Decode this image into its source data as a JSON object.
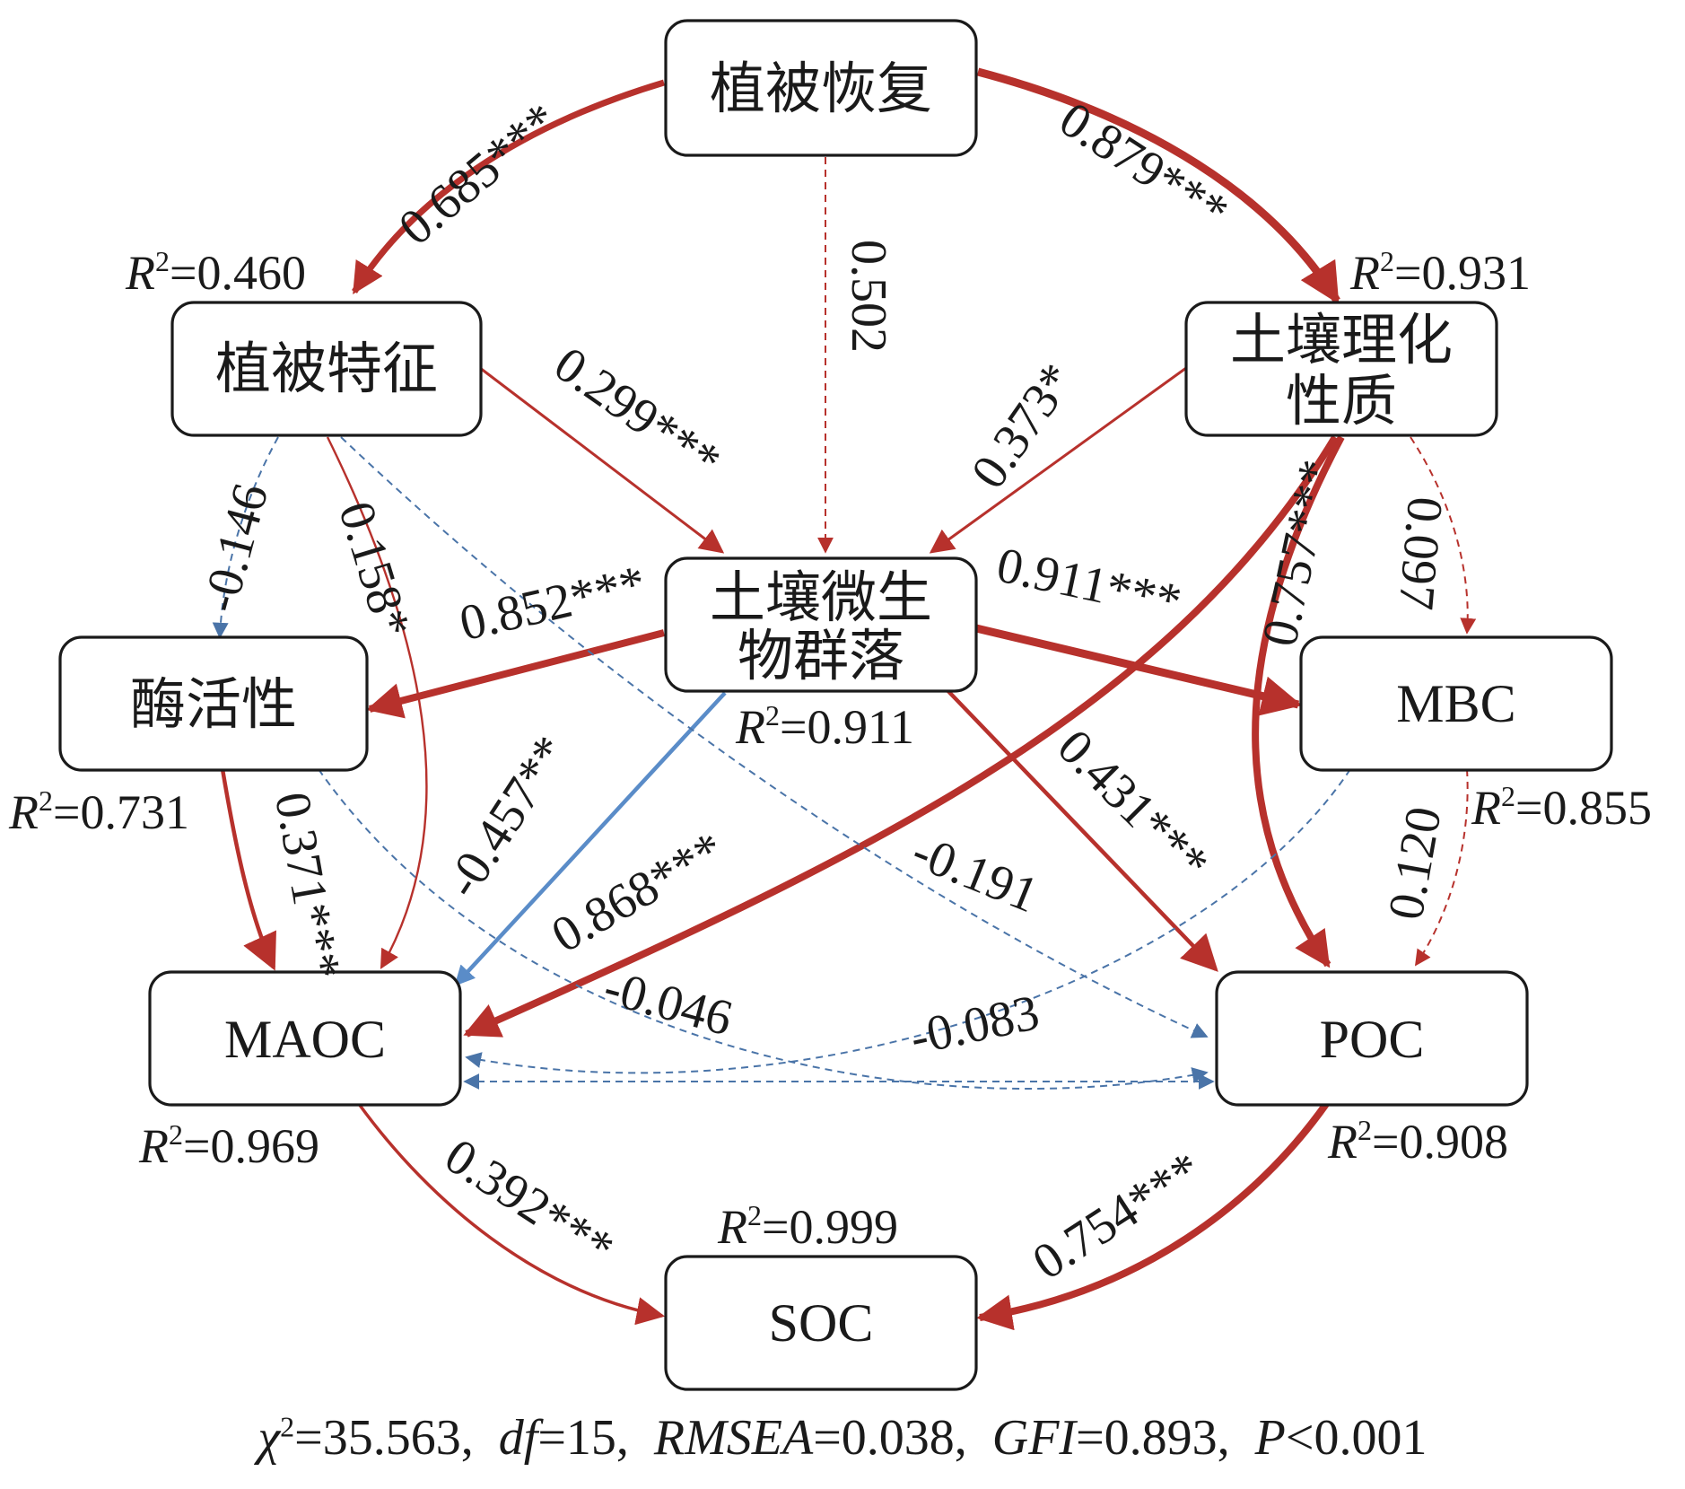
{
  "nodes": {
    "veg_restoration": [
      "植被恢复"
    ],
    "veg_traits": [
      "植被特征"
    ],
    "soil_props": [
      "土壤理化",
      "性质"
    ],
    "microbe": [
      "土壤微生",
      "物群落"
    ],
    "enzyme": [
      "酶活性"
    ],
    "mbc": [
      "MBC"
    ],
    "maoc": [
      "MAOC"
    ],
    "poc": [
      "POC"
    ],
    "soc": [
      "SOC"
    ]
  },
  "r2": {
    "veg_traits": "0.460",
    "soil_props": "0.931",
    "microbe": "0.911",
    "enzyme": "0.731",
    "mbc": "0.855",
    "maoc": "0.969",
    "poc": "0.908",
    "soc": "0.999"
  },
  "r2_label": {
    "symbol": "R",
    "sup": "2",
    "eq": "="
  },
  "paths": [
    {
      "id": "p1",
      "from": "植被恢复",
      "to": "植被特征",
      "coef": "0.685***",
      "significant": true,
      "sign": "positive"
    },
    {
      "id": "p2",
      "from": "植被恢复",
      "to": "土壤理化性质",
      "coef": "0.879***",
      "significant": true,
      "sign": "positive"
    },
    {
      "id": "p3",
      "from": "植被恢复",
      "to": "土壤微生物群落",
      "coef": "0.502",
      "significant": false,
      "sign": "positive"
    },
    {
      "id": "p4",
      "from": "植被特征",
      "to": "土壤微生物群落",
      "coef": "0.299***",
      "significant": true,
      "sign": "positive"
    },
    {
      "id": "p5",
      "from": "土壤理化性质",
      "to": "土壤微生物群落",
      "coef": "0.373*",
      "significant": true,
      "sign": "positive"
    },
    {
      "id": "p6",
      "from": "植被特征",
      "to": "酶活性",
      "coef": "-0.146",
      "significant": false,
      "sign": "negative"
    },
    {
      "id": "p7",
      "from": "植被特征",
      "to": "MAOC",
      "coef": "0.158*",
      "significant": true,
      "sign": "positive"
    },
    {
      "id": "p8",
      "from": "土壤微生物群落",
      "to": "酶活性",
      "coef": "0.852***",
      "significant": true,
      "sign": "positive"
    },
    {
      "id": "p9",
      "from": "土壤微生物群落",
      "to": "MBC",
      "coef": "0.911***",
      "significant": true,
      "sign": "positive"
    },
    {
      "id": "p10",
      "from": "土壤理化性质",
      "to": "POC",
      "coef": "0.757***",
      "significant": true,
      "sign": "positive"
    },
    {
      "id": "p11",
      "from": "土壤理化性质",
      "to": "MBC",
      "coef": "0.097",
      "significant": false,
      "sign": "positive"
    },
    {
      "id": "p12",
      "from": "土壤微生物群落",
      "to": "MAOC",
      "coef": "-0.457**",
      "significant": true,
      "sign": "negative"
    },
    {
      "id": "p13",
      "from": "土壤理化性质",
      "to": "MAOC",
      "coef": "0.868***",
      "significant": true,
      "sign": "positive"
    },
    {
      "id": "p14",
      "from": "土壤微生物群落",
      "to": "POC",
      "coef": "0.431***",
      "significant": true,
      "sign": "positive"
    },
    {
      "id": "p15",
      "from": "植被特征",
      "to": "POC",
      "coef": "-0.191",
      "significant": false,
      "sign": "negative"
    },
    {
      "id": "p16",
      "from": "酶活性",
      "to": "MAOC",
      "coef": "0.371***",
      "significant": true,
      "sign": "positive"
    },
    {
      "id": "p17",
      "from": "酶活性",
      "to": "POC",
      "coef": "-0.046",
      "significant": false,
      "sign": "negative"
    },
    {
      "id": "p18",
      "from": "MBC",
      "to": "MAOC",
      "coef": "-0.083",
      "significant": false,
      "sign": "negative"
    },
    {
      "id": "p19",
      "from": "MBC",
      "to": "POC",
      "coef": "0.120",
      "significant": false,
      "sign": "positive"
    },
    {
      "id": "p20",
      "from": "MAOC",
      "to": "SOC",
      "coef": "0.392***",
      "significant": true,
      "sign": "positive"
    },
    {
      "id": "p21",
      "from": "POC",
      "to": "SOC",
      "coef": "0.754***",
      "significant": true,
      "sign": "positive"
    },
    {
      "id": "p22",
      "from": "MAOC",
      "to": "POC",
      "coef": "",
      "significant": false,
      "sign": "negative"
    }
  ],
  "fit": {
    "chi_sym": "χ",
    "chi_sup": "2",
    "chi_val": "=35.563",
    "df_sym": "df",
    "df_val": "=15",
    "rmsea_sym": "RMSEA",
    "rmsea_val": "=0.038",
    "gfi_sym": "GFI",
    "gfi_val": "=0.893",
    "p_sym": "P",
    "p_val": "<0.001",
    "sep": ",  "
  },
  "colors": {
    "positive": "#b7312c",
    "negative": "#5a82b3",
    "border": "#1a1a1a"
  }
}
